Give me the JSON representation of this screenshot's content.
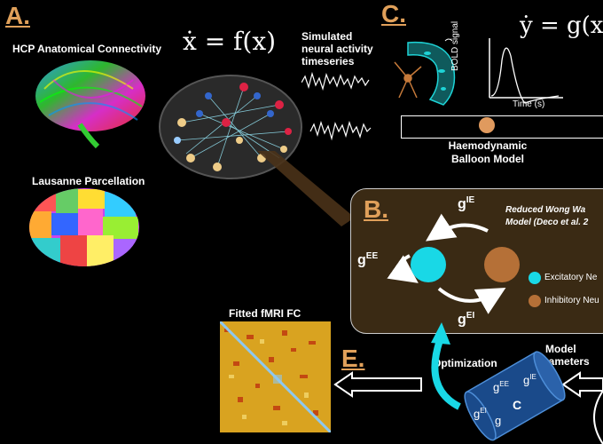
{
  "panel_a": {
    "letter": "A.",
    "hcp_label": "HCP Anatomical Connectivity",
    "lausanne_label": "Lausanne Parcellation",
    "equation": "ẋ = f(x)",
    "sim_label_line1": "Simulated",
    "sim_label_line2": "neural activity",
    "sim_label_line3": "timeseries"
  },
  "panel_b": {
    "letter": "B.",
    "model_title_line1": "Reduced Wong Wa",
    "model_title_line2": "Model (Deco et al. 2",
    "g_ie_base": "g",
    "g_ie_sup": "IE",
    "g_ee_base": "g",
    "g_ee_sup": "EE",
    "g_ei_base": "g",
    "g_ei_sup": "EI",
    "legend_excitatory": "Excitatory Ne",
    "legend_inhibitory": "Inhibitory Neu"
  },
  "panel_c": {
    "letter": "C.",
    "equation": "ẏ = g(x",
    "y_axis": "BOLD signal",
    "x_axis": "Time (s)",
    "balloon_line1": "Haemodynamic",
    "balloon_line2": "Balloon Model"
  },
  "panel_e": {
    "letter": "E.",
    "fitted_label": "Fitted fMRI FC",
    "optimization": "Optimization",
    "model_params_line1": "Model",
    "model_params_line2": "parameters",
    "cyl_gee": "g",
    "cyl_gee_sup": "EE",
    "cyl_gie": "g",
    "cyl_gie_sup": "IE",
    "cyl_c": "C",
    "cyl_gei": "g",
    "cyl_gei_sup": "EI",
    "cyl_g": "g"
  },
  "colors": {
    "accent": "#e0a05a",
    "excitatory": "#19d8e6",
    "inhibitory": "#b57037",
    "panel_b_bg": "#3a2a14"
  }
}
